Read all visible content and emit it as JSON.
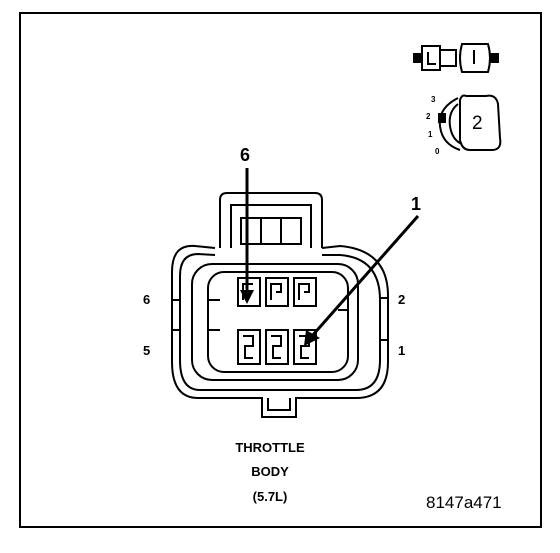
{
  "connector_title_line1": "THROTTLE",
  "connector_title_line2": "BODY",
  "connector_title_line3": "(5.7L)",
  "figure_code": "8147a471",
  "pin_labels": {
    "left_top": "6",
    "left_bottom": "5",
    "right_top": "2",
    "right_bottom": "1"
  },
  "callouts": {
    "top_left": "6",
    "top_right": "1"
  },
  "inset": {
    "scale_3": "3",
    "scale_2": "2",
    "scale_1": "1",
    "scale_0": "0",
    "position": "2"
  }
}
